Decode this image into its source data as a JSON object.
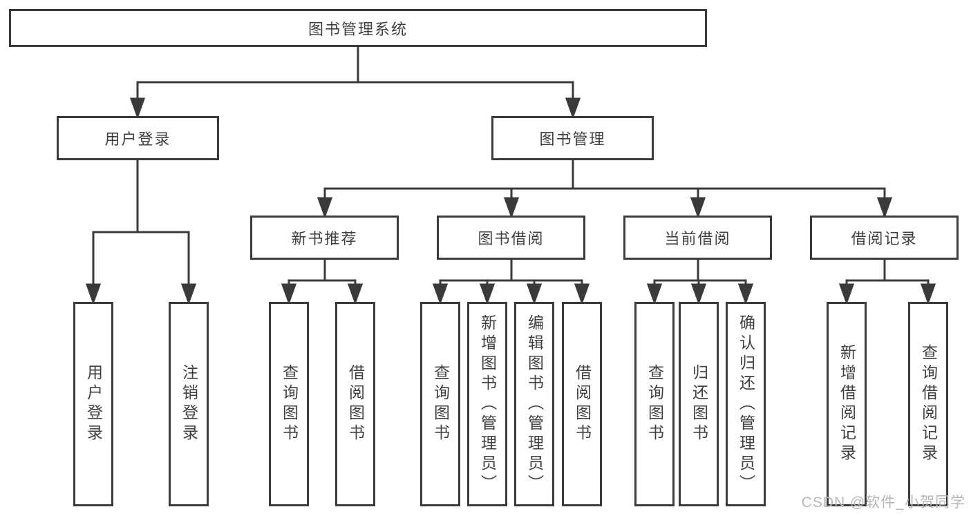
{
  "diagram_type": "hierarchy-tree",
  "colors": {
    "background": "#ffffff",
    "line": "#3a3a3a",
    "box_border": "#3a3a3a",
    "box_fill": "#ffffff",
    "text": "#3f3f3f",
    "watermark": "#b5b6ba"
  },
  "tree": {
    "label": "图书管理系统",
    "children": [
      {
        "label": "用户登录",
        "children": [
          {
            "label": "用户登录"
          },
          {
            "label": "注销登录"
          }
        ]
      },
      {
        "label": "图书管理",
        "children": [
          {
            "label": "新书推荐",
            "children": [
              {
                "label": "查询图书"
              },
              {
                "label": "借阅图书"
              }
            ]
          },
          {
            "label": "图书借阅",
            "children": [
              {
                "label": "查询图书"
              },
              {
                "label": "新增图书（管理员）"
              },
              {
                "label": "编辑图书（管理员）"
              },
              {
                "label": "借阅图书"
              }
            ]
          },
          {
            "label": "当前借阅",
            "children": [
              {
                "label": "查询图书"
              },
              {
                "label": "归还图书"
              },
              {
                "label": "确认归还（管理员）"
              }
            ]
          },
          {
            "label": "借阅记录",
            "children": [
              {
                "label": "新增借阅记录"
              },
              {
                "label": "查询借阅记录"
              }
            ]
          }
        ]
      }
    ]
  },
  "watermark": {
    "text": "CSDN @软件_小贺同学"
  }
}
